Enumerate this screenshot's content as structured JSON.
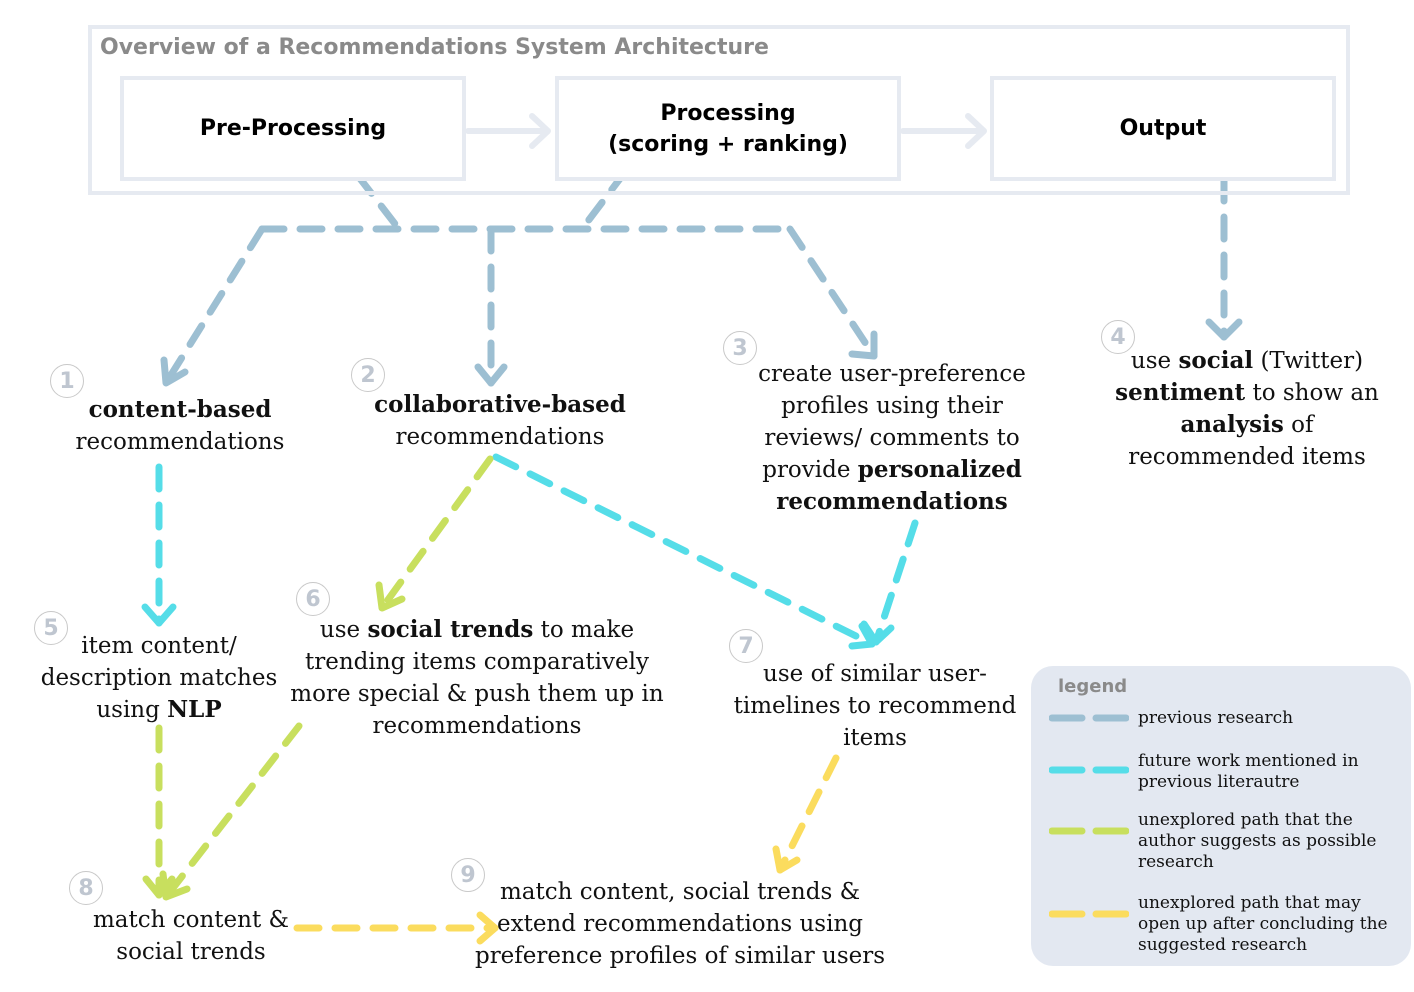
{
  "header": {
    "title": "Overview of a Recommendations System Architecture",
    "stages": [
      {
        "lines": [
          "Pre-Processing"
        ]
      },
      {
        "lines": [
          "Processing",
          "(scoring + ranking)"
        ]
      },
      {
        "lines": [
          "Output"
        ]
      }
    ]
  },
  "colors": {
    "previous_research": "#9dbfd2",
    "future_work": "#55dde8",
    "unexplored_author": "#c8df5e",
    "unexplored_future": "#fbdc5e",
    "frame": "#e6eaf1",
    "legend_bg": "#e3e8f1"
  },
  "nodes": [
    {
      "id": "1",
      "number": "1",
      "parts": [
        {
          "t": "content-based",
          "b": true
        },
        {
          "t": "\n"
        },
        {
          "t": "recommendations"
        }
      ]
    },
    {
      "id": "2",
      "number": "2",
      "parts": [
        {
          "t": "collaborative-based",
          "b": true
        },
        {
          "t": "\n"
        },
        {
          "t": "recommendations"
        }
      ]
    },
    {
      "id": "3",
      "number": "3",
      "parts": [
        {
          "t": "create user-preference profiles using their reviews/ comments to provide "
        },
        {
          "t": "personalized recommendations",
          "b": true
        }
      ]
    },
    {
      "id": "4",
      "number": "4",
      "parts": [
        {
          "t": "use "
        },
        {
          "t": "social",
          "b": true
        },
        {
          "t": " (Twitter) "
        },
        {
          "t": "sentiment",
          "b": true
        },
        {
          "t": " to show an "
        },
        {
          "t": "analysis",
          "b": true
        },
        {
          "t": " of recommended items"
        }
      ]
    },
    {
      "id": "5",
      "number": "5",
      "parts": [
        {
          "t": "item content/ description matches using "
        },
        {
          "t": "NLP",
          "b": true
        }
      ]
    },
    {
      "id": "6",
      "number": "6",
      "parts": [
        {
          "t": "use "
        },
        {
          "t": "social trends",
          "b": true
        },
        {
          "t": " to make trending items comparatively more special & push them up in recommendations"
        }
      ]
    },
    {
      "id": "7",
      "number": "7",
      "parts": [
        {
          "t": "use of similar user-timelines to recommend items"
        }
      ]
    },
    {
      "id": "8",
      "number": "8",
      "parts": [
        {
          "t": "match content & social trends"
        }
      ]
    },
    {
      "id": "9",
      "number": "9",
      "parts": [
        {
          "t": "match content, social trends & extend recommendations using preference profiles of similar users"
        }
      ]
    }
  ],
  "legend": {
    "title": "legend",
    "items": [
      {
        "key": "previous_research",
        "label": "previous research"
      },
      {
        "key": "future_work",
        "label": "future work mentioned in previous literautre"
      },
      {
        "key": "unexplored_author",
        "label": "unexplored path that the author suggests as possible research"
      },
      {
        "key": "unexplored_future",
        "label": "unexplored path that may open up after concluding the suggested research"
      }
    ]
  },
  "edges": [
    {
      "from": "pre-processing",
      "to": "bus",
      "kind": "previous_research"
    },
    {
      "from": "processing",
      "to": "bus",
      "kind": "previous_research"
    },
    {
      "from": "bus",
      "to": "1",
      "kind": "previous_research"
    },
    {
      "from": "bus",
      "to": "2",
      "kind": "previous_research"
    },
    {
      "from": "bus",
      "to": "3",
      "kind": "previous_research"
    },
    {
      "from": "output",
      "to": "4",
      "kind": "previous_research"
    },
    {
      "from": "1",
      "to": "5",
      "kind": "future_work"
    },
    {
      "from": "2",
      "to": "7",
      "kind": "future_work"
    },
    {
      "from": "3",
      "to": "7",
      "kind": "future_work"
    },
    {
      "from": "2",
      "to": "6",
      "kind": "unexplored_author"
    },
    {
      "from": "5",
      "to": "8",
      "kind": "unexplored_author"
    },
    {
      "from": "6",
      "to": "8",
      "kind": "unexplored_author"
    },
    {
      "from": "7",
      "to": "9",
      "kind": "unexplored_future"
    },
    {
      "from": "8",
      "to": "9",
      "kind": "unexplored_future"
    }
  ]
}
